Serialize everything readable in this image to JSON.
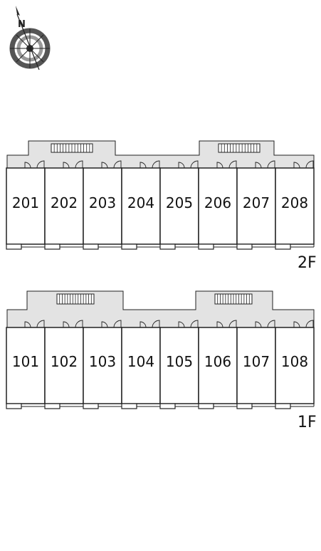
{
  "compass": {
    "north_label": "N"
  },
  "floors": [
    {
      "label": "2F",
      "units": [
        "201",
        "202",
        "203",
        "204",
        "205",
        "206",
        "207",
        "208"
      ]
    },
    {
      "label": "1F",
      "units": [
        "101",
        "102",
        "103",
        "104",
        "105",
        "106",
        "107",
        "108"
      ]
    }
  ],
  "colors": {
    "corridor": "#e3e3e3",
    "line": "#222222",
    "background": "#ffffff"
  }
}
